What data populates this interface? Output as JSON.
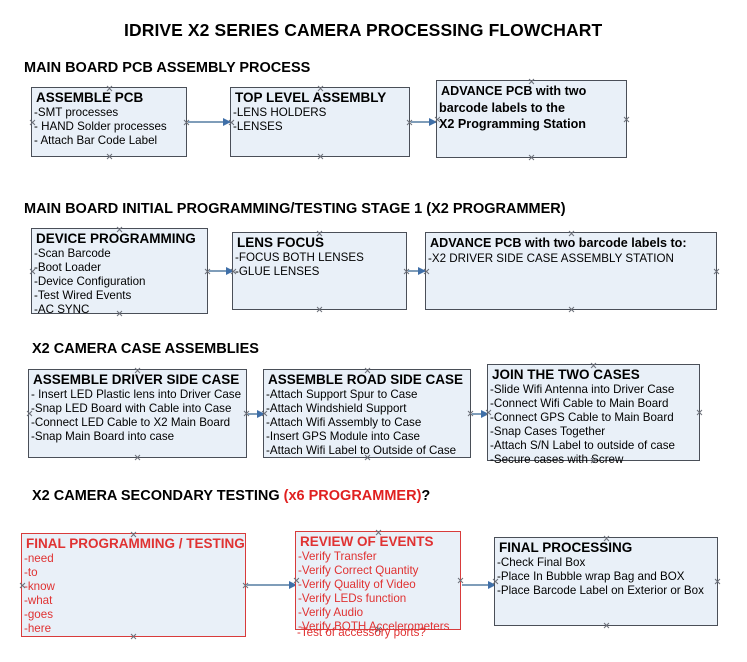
{
  "document": {
    "title": "IDRIVE X2  SERIES CAMERA PROCESSING FLOWCHART"
  },
  "sections": [
    {
      "id": "main-board-pcb-assembly",
      "heading": "MAIN BOARD PCB ASSEMBLY PROCESS",
      "heading_accent": "",
      "heading_tail": ""
    },
    {
      "id": "main-board-initial-programming",
      "heading": "MAIN BOARD INITIAL PROGRAMMING/TESTING STAGE 1 (X2 PROGRAMMER)",
      "heading_accent": "",
      "heading_tail": ""
    },
    {
      "id": "x2-camera-case-assemblies",
      "heading": "X2 CAMERA CASE ASSEMBLIES",
      "heading_accent": "",
      "heading_tail": ""
    },
    {
      "id": "x2-camera-secondary-testing",
      "heading": "X2 CAMERA SECONDARY TESTING  ",
      "heading_accent": "(x6 PROGRAMMER)",
      "heading_tail": "?"
    }
  ],
  "boxes": {
    "assemble_pcb": {
      "title": "ASSEMBLE PCB",
      "lines": [
        "-SMT processes",
        "- HAND Solder processes",
        "- Attach Bar Code Label"
      ]
    },
    "top_level_assembly": {
      "title": "TOP LEVEL ASSEMBLY",
      "lines": [
        "-LENS HOLDERS",
        "-LENSES"
      ]
    },
    "advance_pcb_station": {
      "title": "ADVANCE PCB with two",
      "lines": [
        "barcode labels to the",
        " X2 Programming Station"
      ]
    },
    "device_programming": {
      "title": "DEVICE PROGRAMMING",
      "lines": [
        "-Scan Barcode",
        "-Boot Loader",
        "-Device Configuration",
        "-Test Wired Events",
        "-AC SYNC"
      ]
    },
    "lens_focus": {
      "title": "LENS FOCUS",
      "lines": [
        "-FOCUS BOTH LENSES",
        "-GLUE LENSES"
      ]
    },
    "advance_pcb_driver_case": {
      "title": "ADVANCE PCB with two barcode labels to:",
      "lines": [
        "-X2 DRIVER  SIDE  CASE  ASSEMBLY STATION"
      ]
    },
    "assemble_driver_side_case": {
      "title": "ASSEMBLE DRIVER SIDE CASE",
      "lines": [
        "- Insert LED Plastic lens into Driver Case",
        "-Snap LED Board with Cable into Case",
        "-Connect LED Cable to X2 Main Board",
        "-Snap Main Board into case"
      ]
    },
    "assemble_road_side_case": {
      "title": "ASSEMBLE ROAD SIDE CASE",
      "lines": [
        "-Attach Support Spur to Case",
        "-Attach Windshield Support",
        "-Attach Wifi Assembly to Case",
        "-Insert GPS Module into Case",
        "-Attach Wifi Label to Outside of Case"
      ]
    },
    "join_the_two_cases": {
      "title": "JOIN THE TWO CASES",
      "lines": [
        "-Slide Wifi Antenna into Driver Case",
        "-Connect Wifi Cable to Main Board",
        "-Connect GPS Cable to Main Board",
        "-Snap Cases Together",
        "-Attach S/N Label to outside of case",
        "-Secure cases with Screw"
      ]
    },
    "final_programming_testing": {
      "title": "FINAL PROGRAMMING / TESTING",
      "lines": [
        "-need",
        "-to",
        "-know",
        "-what",
        "-goes",
        "-here"
      ]
    },
    "review_of_events": {
      "title": "REVIEW OF EVENTS",
      "lines": [
        "-Verify Transfer",
        "-Verify Correct Quantity",
        "-Verify Quality of Video",
        "-Verify LEDs function",
        "-Verify Audio",
        "-Verify BOTH Accelerometers"
      ],
      "overflow_line": "-Test of accessory ports?"
    },
    "final_processing": {
      "title": "FINAL PROCESSING",
      "lines": [
        " -Check Final Box",
        "-Place In Bubble wrap Bag and BOX",
        "-Place Barcode Label on Exterior or Box"
      ]
    }
  },
  "colors": {
    "box_fill": "#e9f0f8",
    "box_border": "#4a4f58",
    "red_accent": "#e03232",
    "arrow_line": "#7f9db9",
    "arrow_head": "#3f6fa8"
  }
}
